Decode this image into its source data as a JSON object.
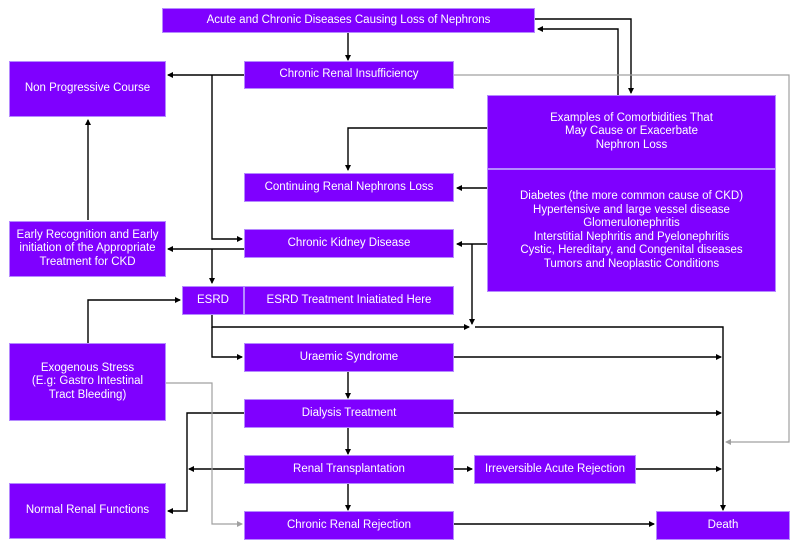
{
  "colors": {
    "node_fill": "#7f00ff",
    "node_text": "#ffffff",
    "connector": "#000000",
    "connector_secondary": "#a0a0a0"
  },
  "nodes": {
    "acute_chronic": "Acute and Chronic Diseases Causing Loss of Nephrons",
    "chronic_renal_insufficiency": "Chronic Renal Insufficiency",
    "non_progressive": "Non Progressive Course",
    "comorbidities_title": "Examples of Comorbidities That\nMay Cause or Exacerbate\nNephron Loss",
    "comorbidities_list": "Diabetes (the more common cause of CKD)\nHypertensive and large vessel disease\nGlomerulonephritis\nInterstitial Nephritis and Pyelonephritis\nCystic, Hereditary, and Congenital diseases\nTumors and Neoplastic Conditions",
    "continuing_loss": "Continuing Renal Nephrons Loss",
    "early_recognition": "Early Recognition and Early\ninitiation of the Appropriate\nTreatment for CKD",
    "ckd": "Chronic Kidney Disease",
    "esrd": "ESRD",
    "esrd_treatment": "ESRD Treatment Iniatiated Here",
    "exogenous_stress": "Exogenous Stress\n(E.g: Gastro Intestinal\nTract Bleeding)",
    "uraemic": "Uraemic Syndrome",
    "dialysis": "Dialysis Treatment",
    "transplant": "Renal Transplantation",
    "acute_rejection": "Irreversible Acute Rejection",
    "normal_renal": "Normal Renal Functions",
    "chronic_rejection": "Chronic Renal Rejection",
    "death": "Death"
  }
}
